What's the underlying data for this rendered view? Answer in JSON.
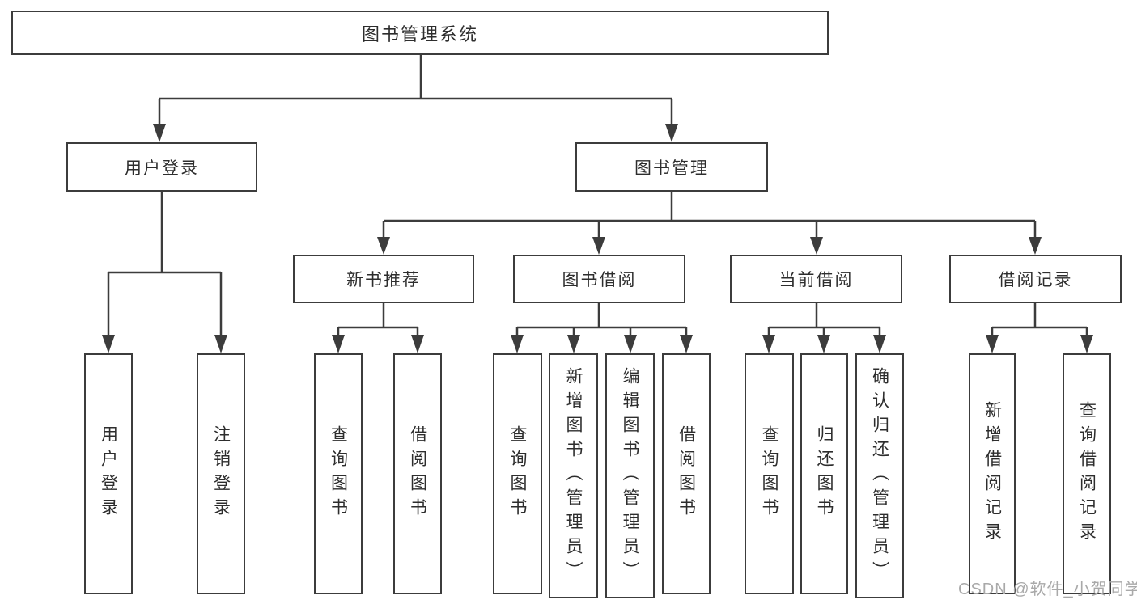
{
  "diagram": {
    "type": "tree",
    "nodes": {
      "root": {
        "label": "图书管理系统"
      },
      "level2": [
        {
          "id": "user-login",
          "label": "用户登录",
          "parent": "root"
        },
        {
          "id": "book-management",
          "label": "图书管理",
          "parent": "root"
        }
      ],
      "level3": [
        {
          "id": "new-book-recommend",
          "label": "新书推荐",
          "parent": "book-management"
        },
        {
          "id": "book-borrow",
          "label": "图书借阅",
          "parent": "book-management"
        },
        {
          "id": "current-borrow",
          "label": "当前借阅",
          "parent": "book-management"
        },
        {
          "id": "borrow-records",
          "label": "借阅记录",
          "parent": "book-management"
        }
      ],
      "leaves": [
        {
          "id": "leaf-user-login",
          "label": "用户登录",
          "parent": "user-login"
        },
        {
          "id": "leaf-logout",
          "label": "注销登录",
          "parent": "user-login"
        },
        {
          "id": "leaf-query-books-1",
          "label": "查询图书",
          "parent": "new-book-recommend"
        },
        {
          "id": "leaf-borrow-books-1",
          "label": "借阅图书",
          "parent": "new-book-recommend"
        },
        {
          "id": "leaf-query-books-2",
          "label": "查询图书",
          "parent": "book-borrow"
        },
        {
          "id": "leaf-add-books",
          "label": "新增图书（管理员）",
          "parent": "book-borrow"
        },
        {
          "id": "leaf-edit-books",
          "label": "编辑图书（管理员）",
          "parent": "book-borrow"
        },
        {
          "id": "leaf-borrow-books-2",
          "label": "借阅图书",
          "parent": "book-borrow"
        },
        {
          "id": "leaf-query-books-3",
          "label": "查询图书",
          "parent": "current-borrow"
        },
        {
          "id": "leaf-return-books",
          "label": "归还图书",
          "parent": "current-borrow"
        },
        {
          "id": "leaf-confirm-return",
          "label": "确认归还（管理员）",
          "parent": "current-borrow"
        },
        {
          "id": "leaf-add-borrow-record",
          "label": "新增借阅记录",
          "parent": "borrow-records"
        },
        {
          "id": "leaf-query-borrow-record",
          "label": "查询借阅记录",
          "parent": "borrow-records"
        }
      ]
    }
  },
  "watermark": {
    "text": "CSDN @软件_小贺同学",
    "color": "#a9a9a9"
  },
  "colors": {
    "background": "#ffffff",
    "line": "#3c3c3c",
    "node_border": "#3c3c3c",
    "node_fill": "#ffffff",
    "text": "#2d2d2d"
  }
}
